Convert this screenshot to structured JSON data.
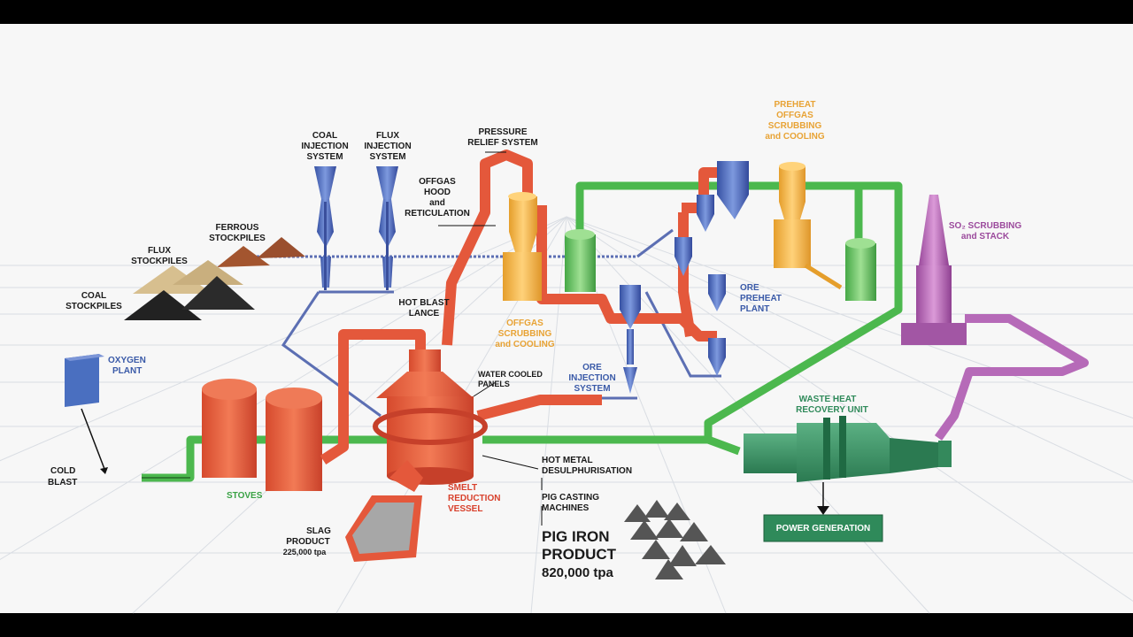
{
  "labels": {
    "coal_injection": [
      "COAL",
      "INJECTION",
      "SYSTEM"
    ],
    "flux_injection": [
      "FLUX",
      "INJECTION",
      "SYSTEM"
    ],
    "pressure_relief": [
      "PRESSURE",
      "RELIEF SYSTEM"
    ],
    "offgas_hood": [
      "OFFGAS",
      "HOOD",
      "and",
      "RETICULATION"
    ],
    "preheat_offgas": [
      "PREHEAT",
      "OFFGAS",
      "SCRUBBING",
      "and COOLING"
    ],
    "ferrous_stockpiles": [
      "FERROUS",
      "STOCKPILES"
    ],
    "flux_stockpiles": [
      "FLUX",
      "STOCKPILES"
    ],
    "coal_stockpiles": [
      "COAL",
      "STOCKPILES"
    ],
    "so2_scrubbing": [
      "SO₂ SCRUBBING",
      "and STACK"
    ],
    "hot_blast_lance": [
      "HOT BLAST",
      "LANCE"
    ],
    "offgas_scrubbing": [
      "OFFGAS",
      "SCRUBBING",
      "and COOLING"
    ],
    "ore_preheat": [
      "ORE",
      "PREHEAT",
      "PLANT"
    ],
    "oxygen_plant": [
      "OXYGEN",
      "PLANT"
    ],
    "water_cooled": [
      "WATER COOLED",
      "PANELS"
    ],
    "ore_injection": [
      "ORE",
      "INJECTION",
      "SYSTEM"
    ],
    "waste_heat": [
      "WASTE HEAT",
      "RECOVERY UNIT"
    ],
    "cold_blast": [
      "COLD",
      "BLAST"
    ],
    "stoves": "STOVES",
    "smelt_reduction": [
      "SMELT",
      "REDUCTION",
      "VESSEL"
    ],
    "hot_metal": [
      "HOT METAL",
      "DESULPHURISATION"
    ],
    "pig_casting": [
      "PIG CASTING",
      "MACHINES"
    ],
    "power_generation": "POWER GENERATION",
    "slag_product": [
      "SLAG",
      "PRODUCT",
      "225,000 tpa"
    ],
    "pig_iron": [
      "PIG IRON",
      "PRODUCT",
      "820,000 tpa"
    ]
  },
  "colors": {
    "hot_gas": "#e4583b",
    "offgas_equipment": "#f0b040",
    "cold_blast": "#4cb84e",
    "ore_system": "#4a6fc0",
    "stack": "#b66ab8",
    "waste_heat": "#2f8a5a"
  }
}
